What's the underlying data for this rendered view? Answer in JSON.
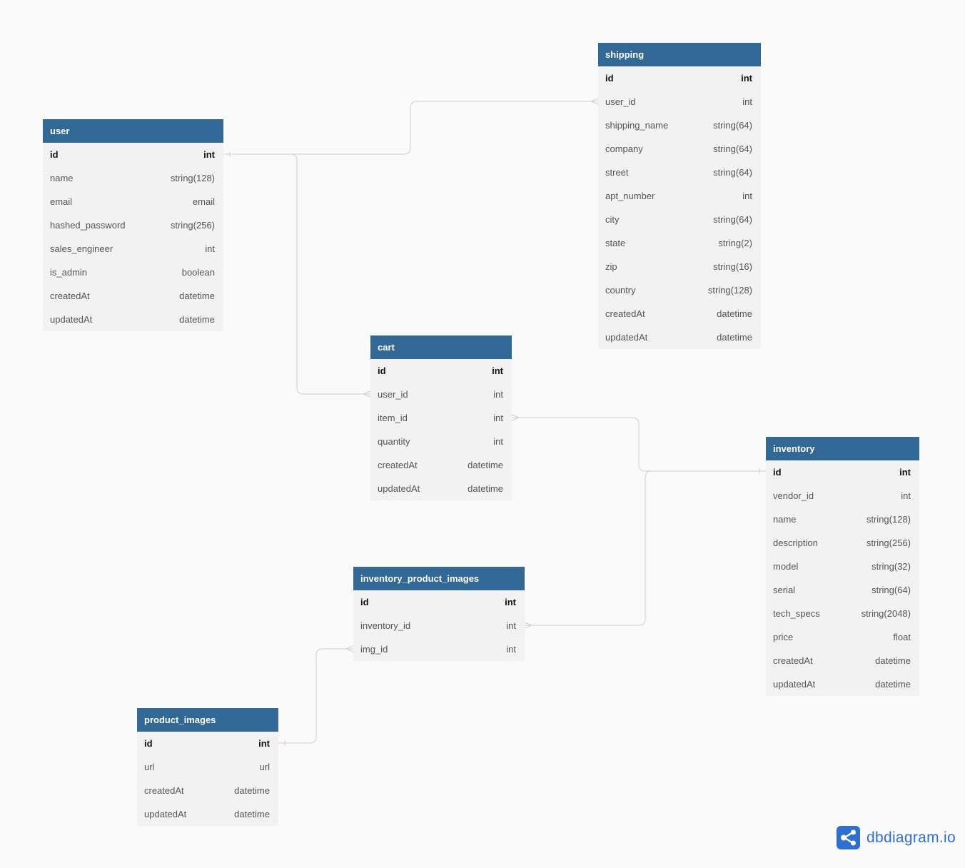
{
  "colors": {
    "header": "#316896",
    "body": "#f2f2f2",
    "line": "#cfcfcf",
    "brand": "#2f6fd1"
  },
  "tables": [
    {
      "key": "user",
      "name": "user",
      "fields": [
        {
          "name": "id",
          "type": "int",
          "pk": true
        },
        {
          "name": "name",
          "type": "string(128)"
        },
        {
          "name": "email",
          "type": "email"
        },
        {
          "name": "hashed_password",
          "type": "string(256)"
        },
        {
          "name": "sales_engineer",
          "type": "int"
        },
        {
          "name": "is_admin",
          "type": "boolean"
        },
        {
          "name": "createdAt",
          "type": "datetime"
        },
        {
          "name": "updatedAt",
          "type": "datetime"
        }
      ]
    },
    {
      "key": "shipping",
      "name": "shipping",
      "fields": [
        {
          "name": "id",
          "type": "int",
          "pk": true
        },
        {
          "name": "user_id",
          "type": "int"
        },
        {
          "name": "shipping_name",
          "type": "string(64)"
        },
        {
          "name": "company",
          "type": "string(64)"
        },
        {
          "name": "street",
          "type": "string(64)"
        },
        {
          "name": "apt_number",
          "type": "int"
        },
        {
          "name": "city",
          "type": "string(64)"
        },
        {
          "name": "state",
          "type": "string(2)"
        },
        {
          "name": "zip",
          "type": "string(16)"
        },
        {
          "name": "country",
          "type": "string(128)"
        },
        {
          "name": "createdAt",
          "type": "datetime"
        },
        {
          "name": "updatedAt",
          "type": "datetime"
        }
      ]
    },
    {
      "key": "cart",
      "name": "cart",
      "fields": [
        {
          "name": "id",
          "type": "int",
          "pk": true
        },
        {
          "name": "user_id",
          "type": "int"
        },
        {
          "name": "item_id",
          "type": "int"
        },
        {
          "name": "quantity",
          "type": "int"
        },
        {
          "name": "createdAt",
          "type": "datetime"
        },
        {
          "name": "updatedAt",
          "type": "datetime"
        }
      ]
    },
    {
      "key": "inventory",
      "name": "inventory",
      "fields": [
        {
          "name": "id",
          "type": "int",
          "pk": true
        },
        {
          "name": "vendor_id",
          "type": "int"
        },
        {
          "name": "name",
          "type": "string(128)"
        },
        {
          "name": "description",
          "type": "string(256)"
        },
        {
          "name": "model",
          "type": "string(32)"
        },
        {
          "name": "serial",
          "type": "string(64)"
        },
        {
          "name": "tech_specs",
          "type": "string(2048)"
        },
        {
          "name": "price",
          "type": "float"
        },
        {
          "name": "createdAt",
          "type": "datetime"
        },
        {
          "name": "updatedAt",
          "type": "datetime"
        }
      ]
    },
    {
      "key": "inventory_product_images",
      "name": "inventory_product_images",
      "fields": [
        {
          "name": "id",
          "type": "int",
          "pk": true
        },
        {
          "name": "inventory_id",
          "type": "int"
        },
        {
          "name": "img_id",
          "type": "int"
        }
      ]
    },
    {
      "key": "product_images",
      "name": "product_images",
      "fields": [
        {
          "name": "id",
          "type": "int",
          "pk": true
        },
        {
          "name": "url",
          "type": "url"
        },
        {
          "name": "createdAt",
          "type": "datetime"
        },
        {
          "name": "updatedAt",
          "type": "datetime"
        }
      ]
    }
  ],
  "relations": [
    {
      "from": "user.id",
      "to": "shipping.user_id",
      "from_card": "one",
      "to_card": "many"
    },
    {
      "from": "user.id",
      "to": "cart.user_id",
      "from_card": "one",
      "to_card": "many"
    },
    {
      "from": "inventory.id",
      "to": "cart.item_id",
      "from_card": "one",
      "to_card": "many"
    },
    {
      "from": "inventory.id",
      "to": "inventory_product_images.inventory_id",
      "from_card": "one",
      "to_card": "many"
    },
    {
      "from": "product_images.id",
      "to": "inventory_product_images.img_id",
      "from_card": "one",
      "to_card": "many"
    }
  ],
  "logo": {
    "text": "dbdiagram.io",
    "icon": "share-nodes-icon"
  }
}
